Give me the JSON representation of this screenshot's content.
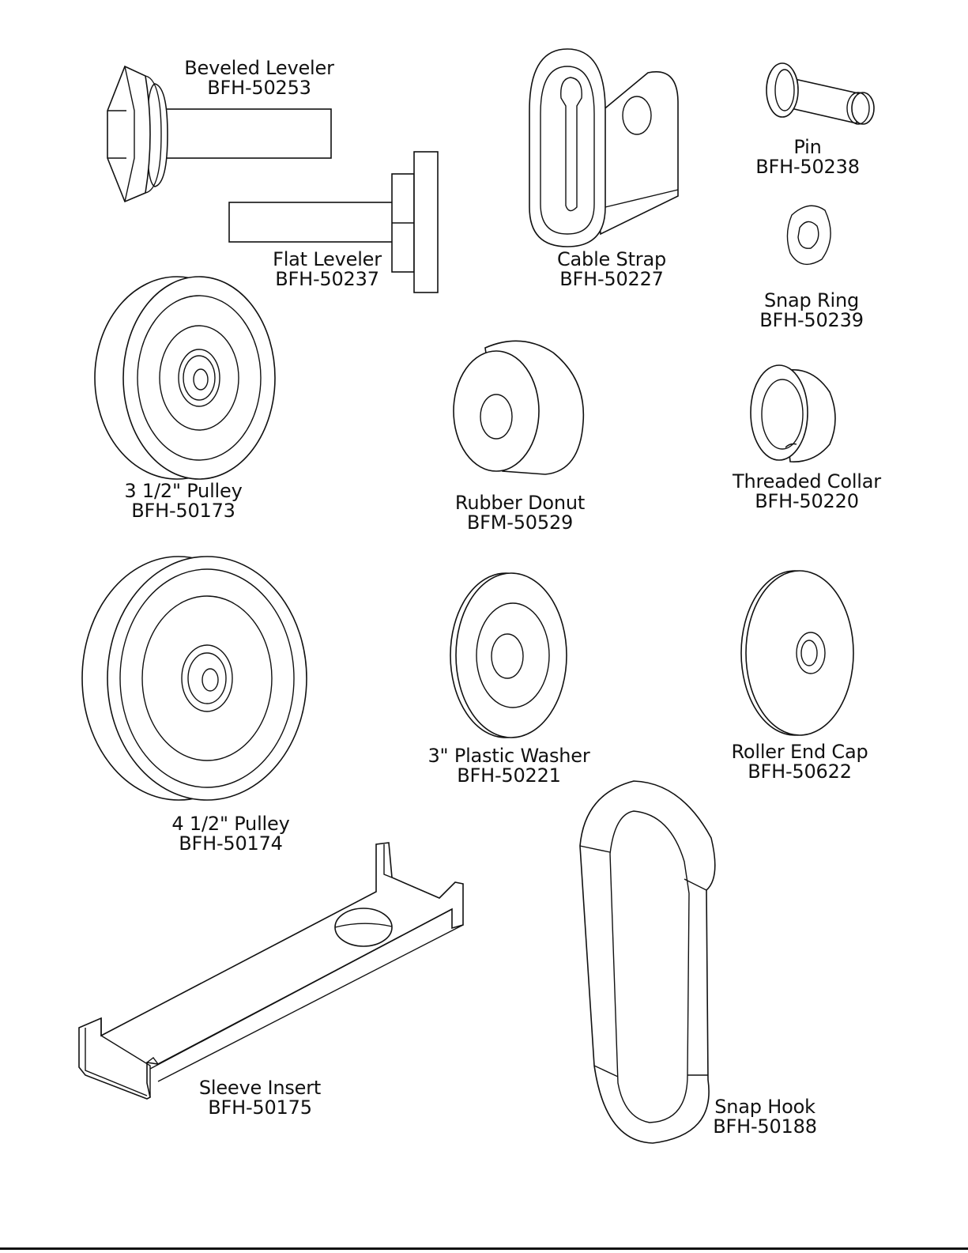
{
  "parts": {
    "beveled_leveler": {
      "name": "Beveled Leveler",
      "code": "BFH-50253"
    },
    "flat_leveler": {
      "name": "Flat Leveler",
      "code": "BFH-50237"
    },
    "cable_strap": {
      "name": "Cable Strap",
      "code": "BFH-50227"
    },
    "pin": {
      "name": "Pin",
      "code": "BFH-50238"
    },
    "snap_ring": {
      "name": "Snap Ring",
      "code": "BFH-50239"
    },
    "pulley_3_5": {
      "name": "3 1/2\" Pulley",
      "code": "BFH-50173"
    },
    "rubber_donut": {
      "name": "Rubber Donut",
      "code": "BFM-50529"
    },
    "threaded_collar": {
      "name": "Threaded Collar",
      "code": "BFH-50220"
    },
    "pulley_4_5": {
      "name": "4 1/2\" Pulley",
      "code": "BFH-50174"
    },
    "plastic_washer": {
      "name": "3\" Plastic Washer",
      "code": "BFH-50221"
    },
    "roller_end_cap": {
      "name": "Roller End Cap",
      "code": "BFH-50622"
    },
    "sleeve_insert": {
      "name": "Sleeve Insert",
      "code": "BFH-50175"
    },
    "snap_hook": {
      "name": "Snap Hook",
      "code": "BFH-50188"
    }
  }
}
